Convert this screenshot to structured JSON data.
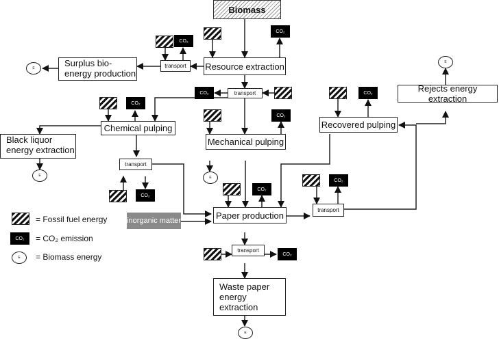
{
  "nodes": {
    "biomass": "Biomass",
    "resource_extraction": "Resource extraction",
    "surplus_bioenergy": "Surplus bio-\nenergy production",
    "chemical_pulping": "Chemical pulping",
    "mechanical_pulping": "Mechanical pulping",
    "recovered_pulping": "Recovered pulping",
    "rejects_energy": "Rejects energy extraction",
    "black_liquor_l1": "Black liquor",
    "black_liquor_l2": "energy extraction",
    "paper_production": "Paper production",
    "inorganic_matter": "inorganic matter",
    "waste_paper_l1": "Waste paper",
    "waste_paper_l2": "energy",
    "waste_paper_l3": "extraction",
    "surplus_l1": "Surplus bio-",
    "surplus_l2": "energy production",
    "transport": "transport"
  },
  "symbols": {
    "co2": "CO₂",
    "biomass_energy": "E"
  },
  "legend": {
    "fossil": "= Fossil fuel energy",
    "co2": "= CO₂ emission",
    "biomass": "= Biomass energy"
  }
}
